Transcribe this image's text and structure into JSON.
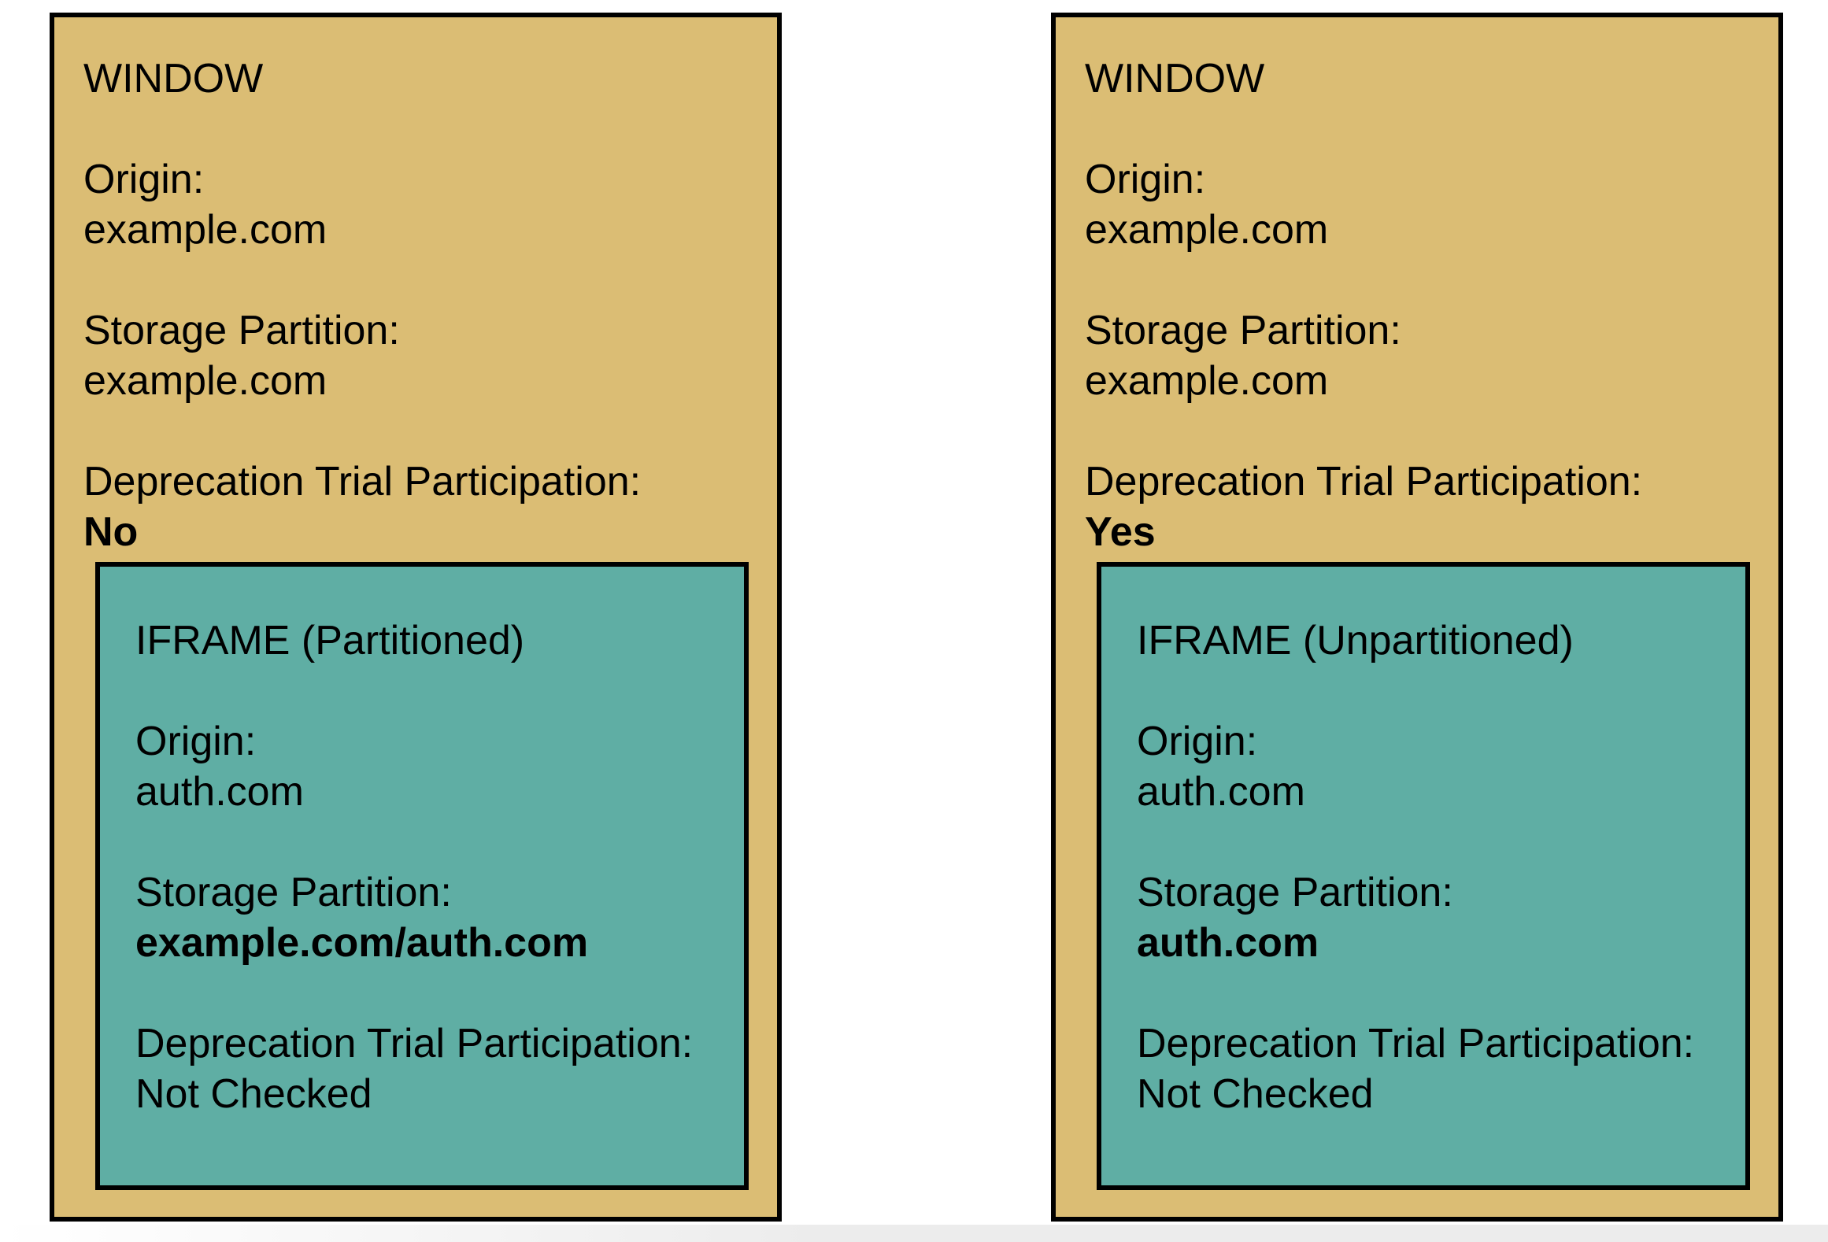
{
  "colors": {
    "page_background": "#ffffff",
    "window_background": "#dbbd74",
    "iframe_background": "#5faea4",
    "border": "#000000",
    "text": "#000000",
    "footer_strip": "#ececec"
  },
  "windows": [
    {
      "title": "WINDOW",
      "origin": {
        "label": "Origin:",
        "value": "example.com"
      },
      "storage": {
        "label": "Storage Partition:",
        "value": "example.com"
      },
      "trial": {
        "label": "Deprecation Trial Participation:",
        "value": "No"
      },
      "iframe": {
        "title": "IFRAME (Partitioned)",
        "origin": {
          "label": "Origin:",
          "value": "auth.com"
        },
        "storage": {
          "label": "Storage Partition:",
          "value": "example.com/auth.com"
        },
        "trial": {
          "label": "Deprecation Trial Participation:",
          "value": "Not Checked"
        }
      }
    },
    {
      "title": "WINDOW",
      "origin": {
        "label": "Origin:",
        "value": "example.com"
      },
      "storage": {
        "label": "Storage Partition:",
        "value": "example.com"
      },
      "trial": {
        "label": "Deprecation Trial Participation:",
        "value": "Yes"
      },
      "iframe": {
        "title": "IFRAME (Unpartitioned)",
        "origin": {
          "label": "Origin:",
          "value": "auth.com"
        },
        "storage": {
          "label": "Storage Partition:",
          "value": "auth.com"
        },
        "trial": {
          "label": "Deprecation Trial Participation:",
          "value": "Not Checked"
        }
      }
    }
  ]
}
